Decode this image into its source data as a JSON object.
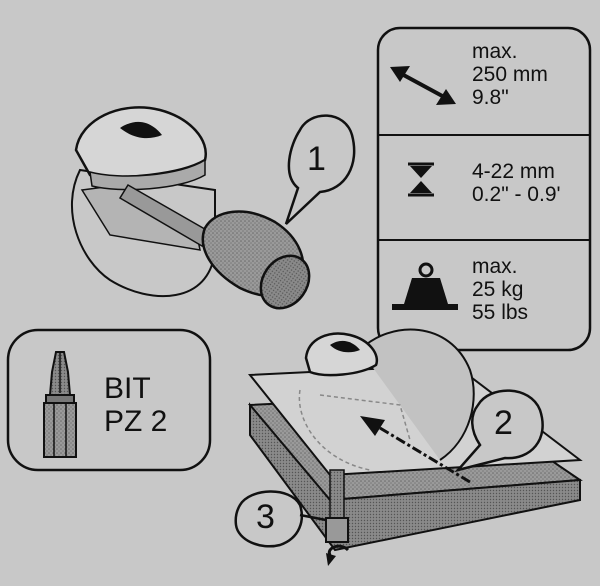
{
  "specs": [
    {
      "icon": "double-arrow-icon",
      "lines": [
        "max.",
        "250 mm",
        "9.8\""
      ]
    },
    {
      "icon": "clamp-range-icon",
      "lines": [
        "4-22 mm",
        "0.2\" - 0.9'"
      ]
    },
    {
      "icon": "weight-icon",
      "lines": [
        "max.",
        "25 kg",
        "55 lbs"
      ]
    }
  ],
  "bit": {
    "line1": "BIT",
    "line2": "PZ 2",
    "icon": "screwdriver-bit-icon"
  },
  "steps": [
    "1",
    "2",
    "3"
  ],
  "colors": {
    "background": "#c8c8c8",
    "ink": "#111111",
    "panel": "#c8c8c8"
  }
}
